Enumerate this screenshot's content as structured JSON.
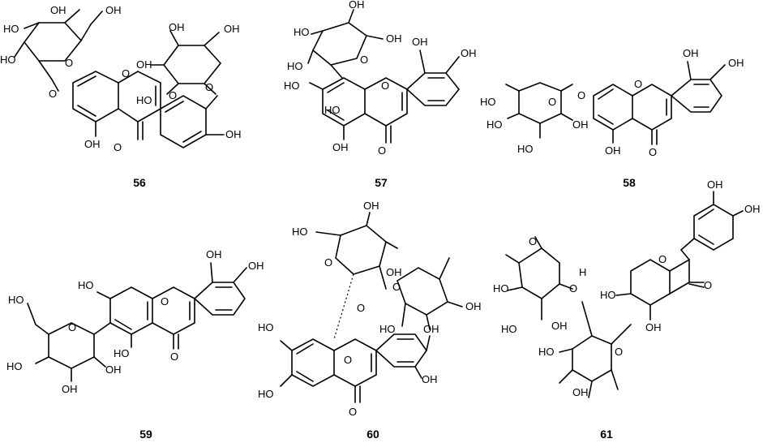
{
  "compounds": [
    {
      "id": "56",
      "labels": [
        "OH",
        "OH",
        "HO",
        "HO",
        "O",
        "OH",
        "OH",
        "OH",
        "HO",
        "O",
        "O",
        "O",
        "O",
        "OH",
        "OH",
        "O"
      ]
    },
    {
      "id": "57",
      "labels": [
        "HO",
        "OH",
        "HO",
        "OH",
        "HO",
        "O",
        "OH",
        "OH",
        "HO",
        "O",
        "OH",
        "O"
      ]
    },
    {
      "id": "58",
      "labels": [
        "OH",
        "OH",
        "HO",
        "O",
        "O",
        "O",
        "HO",
        "HO",
        "OH",
        "OH",
        "O"
      ]
    },
    {
      "id": "59",
      "labels": [
        "OH",
        "OH",
        "HO",
        "HO",
        "O",
        "O",
        "HO",
        "OH",
        "HO",
        "OH",
        "O"
      ]
    },
    {
      "id": "60",
      "labels": [
        "HO",
        "O",
        "OH",
        "OH",
        "O",
        "O",
        "OH",
        "HO",
        "OH",
        "HO",
        "OH",
        "HO",
        "O",
        "O"
      ]
    },
    {
      "id": "61",
      "labels": [
        "OH",
        "OH",
        "O",
        "O",
        "HO",
        "O",
        "HO",
        "H",
        "OH",
        "O",
        "HO",
        "OH",
        "O",
        "HO",
        "OH"
      ]
    }
  ]
}
